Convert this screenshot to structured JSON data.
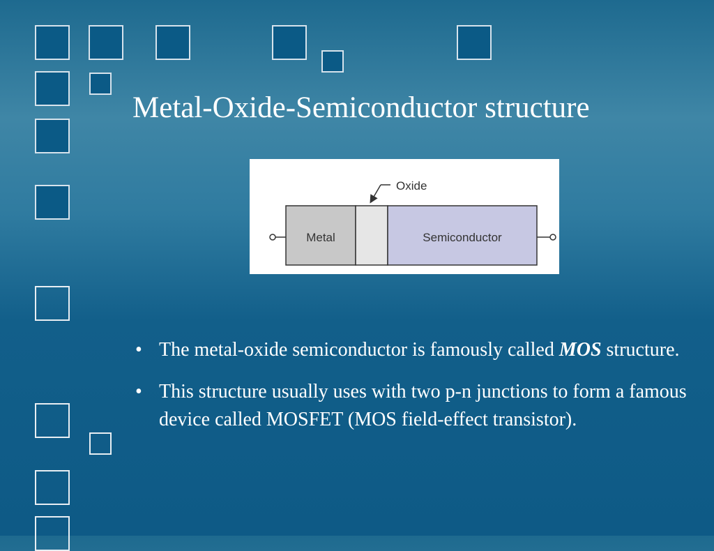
{
  "slide": {
    "title": "Metal-Oxide-Semiconductor structure"
  },
  "diagram": {
    "oxide_label": "Oxide",
    "metal_label": "Metal",
    "semiconductor_label": "Semiconductor",
    "colors": {
      "metal": "#c8c8c8",
      "oxide": "#e6e6e6",
      "semiconductor": "#c7c8e3",
      "outline": "#333333"
    }
  },
  "bullets": [
    {
      "marker": "•",
      "text_before": "The metal-oxide semiconductor is famously called ",
      "emphasis": "MOS",
      "text_after": " structure."
    },
    {
      "marker": "•",
      "text": "This structure usually uses with two p-n junctions to form a famous device called MOSFET (MOS field-effect transistor)."
    }
  ],
  "theme": {
    "background_top": "#1e6a8f",
    "background_bottom": "#0e5a86",
    "square_fill": "#0b5a86",
    "square_border": "#d7e3ec"
  }
}
